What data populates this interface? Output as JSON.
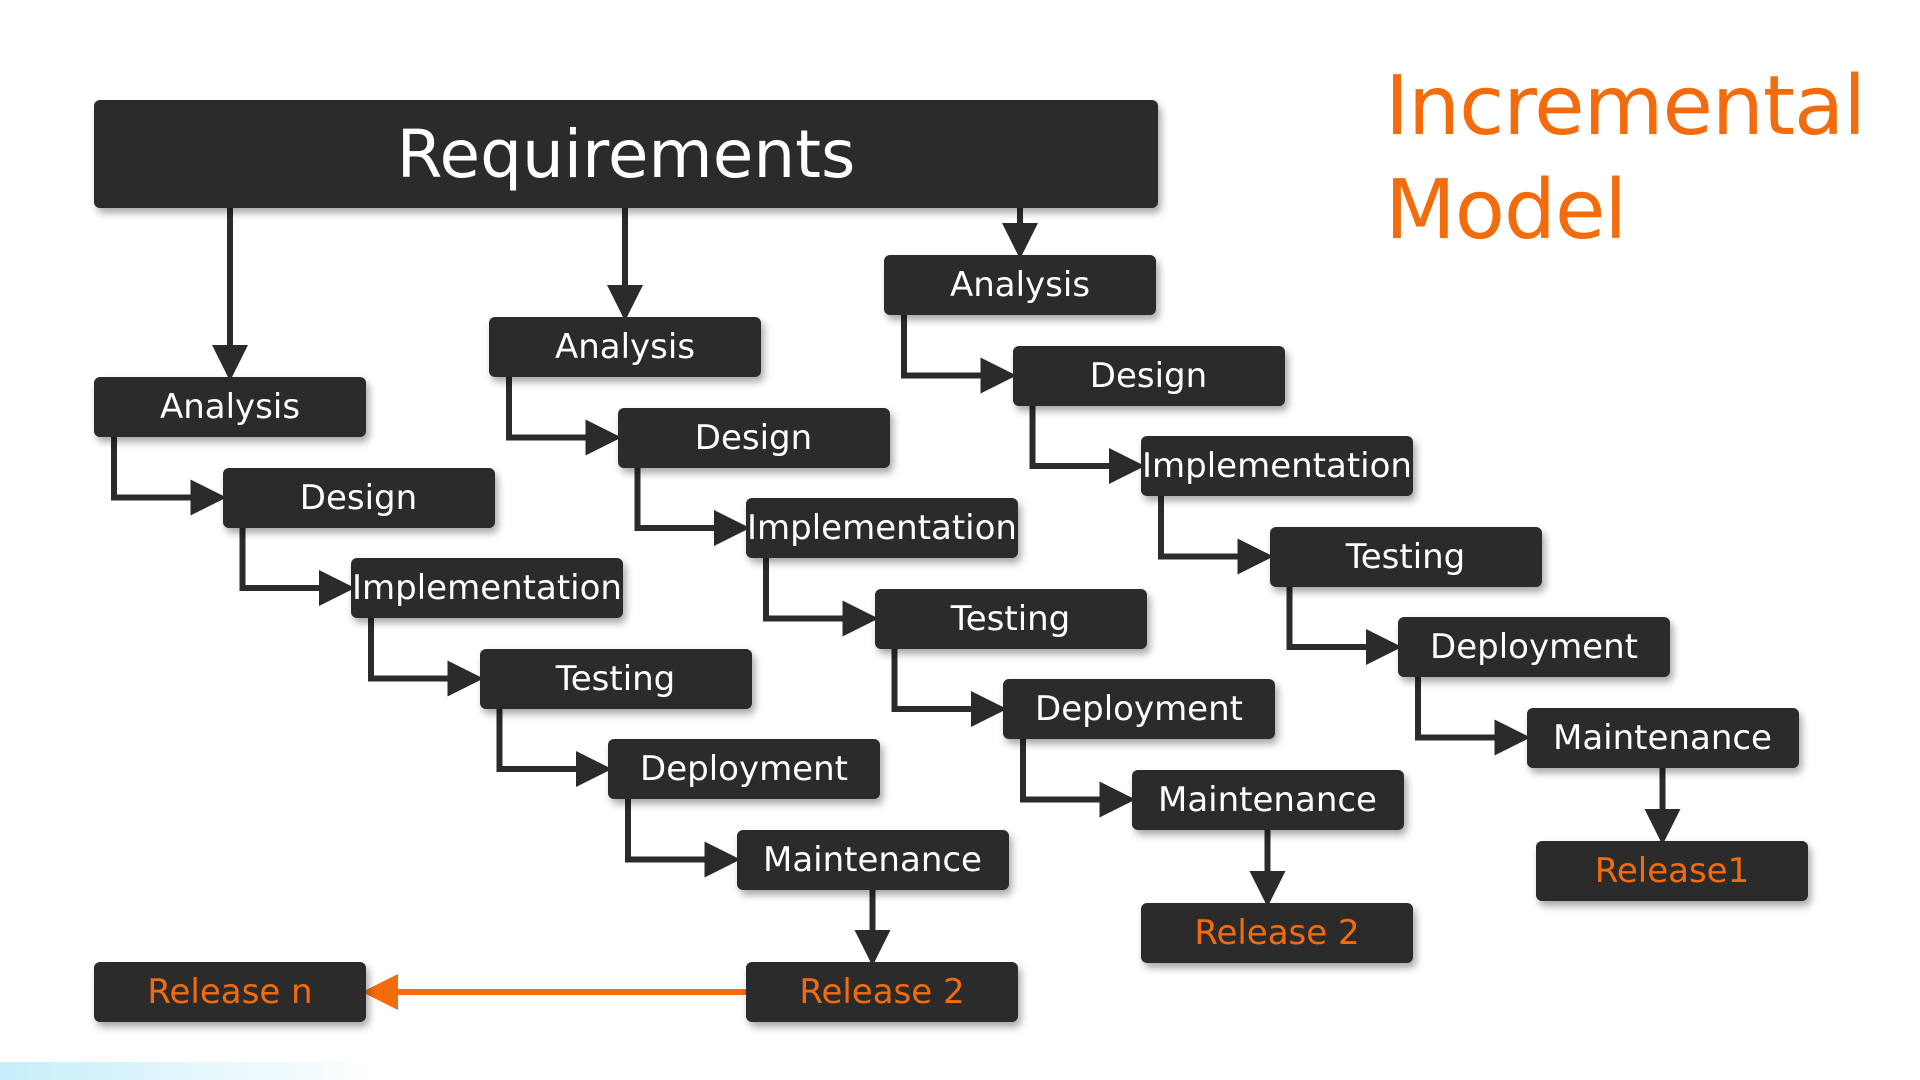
{
  "title": {
    "line1": "Incremental",
    "line2": "Model"
  },
  "requirements": "Requirements",
  "increments": [
    {
      "phases": [
        "Analysis",
        "Design",
        "Implementation",
        "Testing",
        "Deployment",
        "Maintenance"
      ],
      "release": "Release 2"
    },
    {
      "phases": [
        "Analysis",
        "Design",
        "Implementation",
        "Testing",
        "Deployment",
        "Maintenance"
      ],
      "release": "Release 2"
    },
    {
      "phases": [
        "Analysis",
        "Design",
        "Implementation",
        "Testing",
        "Deployment",
        "Maintenance"
      ],
      "release": "Release1"
    }
  ],
  "final_release": "Release n",
  "colors": {
    "box": "#2b2b2b",
    "box_text": "#ffffff",
    "accent": "#f26c0d",
    "arrow": "#2b2b2b"
  }
}
